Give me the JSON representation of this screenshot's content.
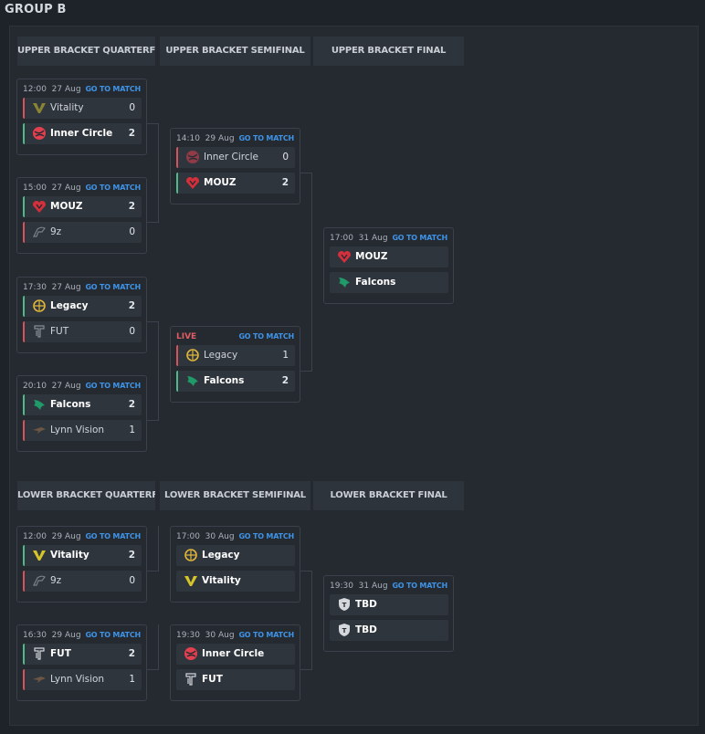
{
  "group_title": "GROUP B",
  "upper_headers": [
    "UPPER BRACKET QUARTERFINAL",
    "UPPER BRACKET SEMIFINAL",
    "UPPER BRACKET FINAL"
  ],
  "lower_headers": [
    "LOWER BRACKET QUARTERFINAL",
    "LOWER BRACKET SEMIFINAL",
    "LOWER BRACKET FINAL"
  ],
  "go_label": "GO TO MATCH",
  "colors": {
    "win": "#4fb98a",
    "lose": "#d5535c",
    "link": "#3f93e6",
    "live": "#e05c64"
  },
  "matches": [
    {
      "time": "12:00",
      "date": "27 Aug",
      "teams": [
        {
          "name": "Vitality",
          "score": "0",
          "icon": "vitality-icon"
        },
        {
          "name": "Inner Circle",
          "score": "2",
          "icon": "inner-circle-icon"
        }
      ]
    },
    {
      "time": "15:00",
      "date": "27 Aug",
      "teams": [
        {
          "name": "MOUZ",
          "score": "2",
          "icon": "mouz-icon"
        },
        {
          "name": "9z",
          "score": "0",
          "icon": "9z-icon"
        }
      ]
    },
    {
      "time": "17:30",
      "date": "27 Aug",
      "teams": [
        {
          "name": "Legacy",
          "score": "2",
          "icon": "legacy-icon"
        },
        {
          "name": "FUT",
          "score": "0",
          "icon": "fut-icon"
        }
      ]
    },
    {
      "time": "20:10",
      "date": "27 Aug",
      "teams": [
        {
          "name": "Falcons",
          "score": "2",
          "icon": "falcons-icon"
        },
        {
          "name": "Lynn Vision",
          "score": "1",
          "icon": "lynn-vision-icon"
        }
      ]
    },
    {
      "time": "14:10",
      "date": "29 Aug",
      "teams": [
        {
          "name": "Inner Circle",
          "score": "0",
          "icon": "inner-circle-icon"
        },
        {
          "name": "MOUZ",
          "score": "2",
          "icon": "mouz-icon"
        }
      ]
    },
    {
      "status": "LIVE",
      "teams": [
        {
          "name": "Legacy",
          "score": "1",
          "icon": "legacy-icon"
        },
        {
          "name": "Falcons",
          "score": "2",
          "icon": "falcons-icon"
        }
      ]
    },
    {
      "time": "17:00",
      "date": "31 Aug",
      "teams": [
        {
          "name": "MOUZ",
          "score": "",
          "icon": "mouz-icon"
        },
        {
          "name": "Falcons",
          "score": "",
          "icon": "falcons-icon"
        }
      ]
    },
    {
      "time": "12:00",
      "date": "29 Aug",
      "teams": [
        {
          "name": "Vitality",
          "score": "2",
          "icon": "vitality-icon"
        },
        {
          "name": "9z",
          "score": "0",
          "icon": "9z-icon"
        }
      ]
    },
    {
      "time": "16:30",
      "date": "29 Aug",
      "teams": [
        {
          "name": "FUT",
          "score": "2",
          "icon": "fut-icon"
        },
        {
          "name": "Lynn Vision",
          "score": "1",
          "icon": "lynn-vision-icon"
        }
      ]
    },
    {
      "time": "17:00",
      "date": "30 Aug",
      "teams": [
        {
          "name": "Legacy",
          "score": "",
          "icon": "legacy-icon"
        },
        {
          "name": "Vitality",
          "score": "",
          "icon": "vitality-icon"
        }
      ]
    },
    {
      "time": "19:30",
      "date": "30 Aug",
      "teams": [
        {
          "name": "Inner Circle",
          "score": "",
          "icon": "inner-circle-icon"
        },
        {
          "name": "FUT",
          "score": "",
          "icon": "fut-icon"
        }
      ]
    },
    {
      "time": "19:30",
      "date": "31 Aug",
      "teams": [
        {
          "name": "TBD",
          "score": "",
          "icon": "tbd-icon"
        },
        {
          "name": "TBD",
          "score": "",
          "icon": "tbd-icon"
        }
      ]
    }
  ]
}
